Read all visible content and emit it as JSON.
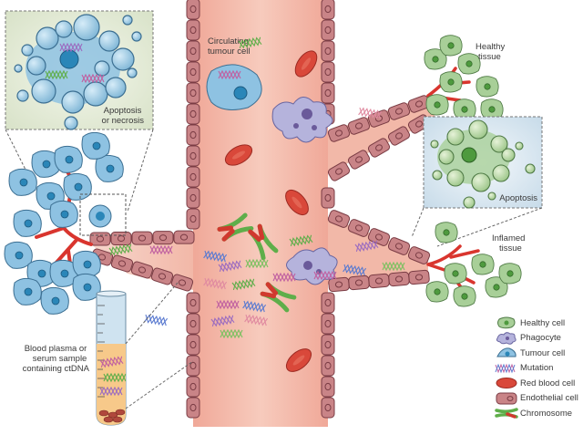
{
  "figure": {
    "description": "Origins of circulating tumour DNA (ctDNA) in blood",
    "colors": {
      "vessel_lumen": "#f2b8a8",
      "endothelial_cell": "#c98487",
      "endothelial_outline": "#7a3c44",
      "tumour_cell": "#8ec2e2",
      "tumour_nucleus": "#2a86b8",
      "healthy_cell": "#a8cf98",
      "healthy_nucleus": "#4e9a3e",
      "phagocyte": "#b5b3dc",
      "red_blood_cell": "#d9483a",
      "capillary": "#d9352e",
      "chromosome_green": "#5fae4a",
      "chromosome_red": "#d0392e",
      "plasma": "#f7c98a",
      "tube_glass": "#cfe3f0",
      "inset_bg_tumour": "#e4ecd8",
      "inset_bg_healthy": "#dce9f3"
    }
  },
  "labels": {
    "circulating_tumour_cell": [
      "Circulating",
      "tumour cell"
    ],
    "healthy_tissue": [
      "Healthy",
      "tissue"
    ],
    "inflamed_tissue": [
      "Inflamed",
      "tissue"
    ],
    "apoptosis_necrosis": [
      "Apoptosis",
      "or necrosis"
    ],
    "apoptosis": "Apoptosis",
    "blood_sample": [
      "Blood plasma or",
      "serum sample",
      "containing ctDNA"
    ]
  },
  "legend": [
    {
      "icon": "healthy-cell-icon",
      "label": "Healthy cell"
    },
    {
      "icon": "phagocyte-icon",
      "label": "Phagocyte"
    },
    {
      "icon": "tumour-cell-icon",
      "label": "Tumour cell"
    },
    {
      "icon": "mutation-icon",
      "label": "Mutation"
    },
    {
      "icon": "red-blood-cell-icon",
      "label": "Red blood cell"
    },
    {
      "icon": "endothelial-cell-icon",
      "label": "Endothelial cell"
    },
    {
      "icon": "chromosome-icon",
      "label": "Chromosome"
    }
  ]
}
